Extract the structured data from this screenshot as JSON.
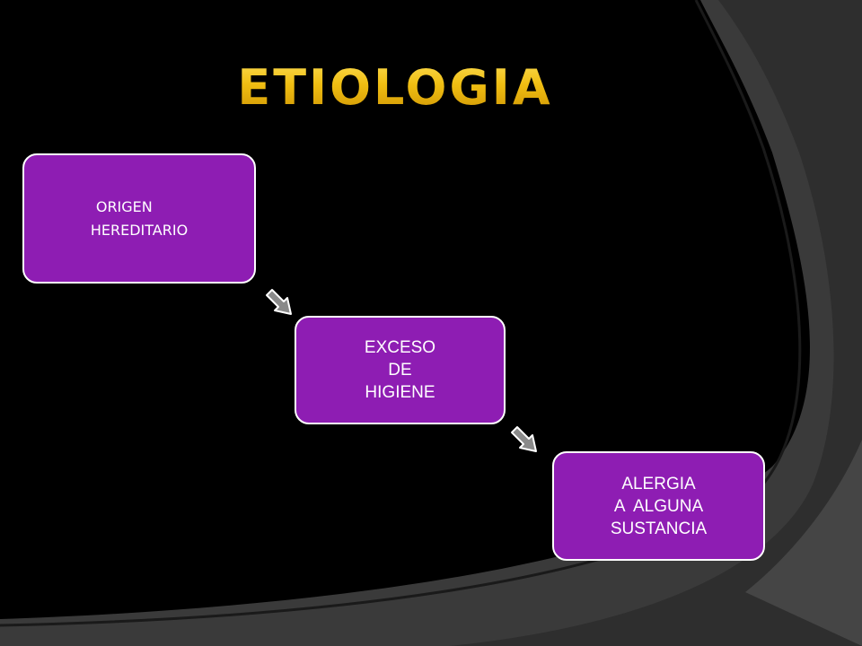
{
  "slide": {
    "title": "ETIOLOGIA",
    "colors": {
      "background": "#000000",
      "swoosh_gray": "#3a3a3a",
      "box_fill": "#8e1db3",
      "box_border": "#ffffff",
      "title_gold": "#f0be12",
      "arrow_fill": "#8a8a8a"
    }
  },
  "diagram": {
    "steps": [
      {
        "lines": [
          "ORIGEN",
          "HEREDITARIO"
        ]
      },
      {
        "lines": [
          "EXCESO",
          "DE",
          "HIGIENE"
        ]
      },
      {
        "lines": [
          "ALERGIA",
          "A  ALGUNA",
          "SUSTANCIA"
        ]
      }
    ],
    "connectors": [
      {
        "from": 0,
        "to": 1,
        "icon": "arrow-down-right-icon"
      },
      {
        "from": 1,
        "to": 2,
        "icon": "arrow-down-right-icon"
      }
    ]
  }
}
